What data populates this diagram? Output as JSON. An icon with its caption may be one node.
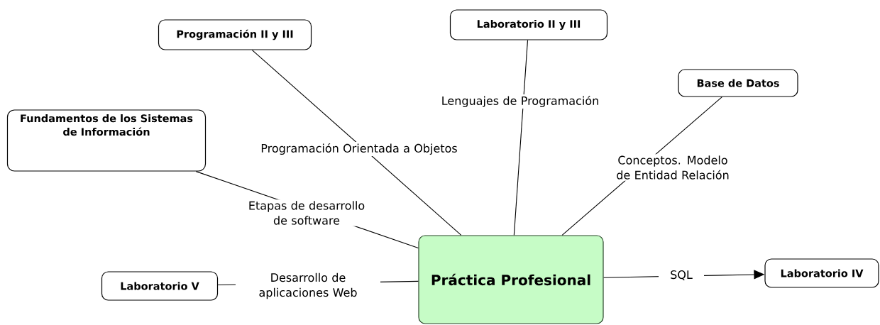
{
  "diagram": {
    "nodes": [
      {
        "text": [
          "Laboratorio II y III"
        ]
      },
      {
        "text": [
          "Programación II y III"
        ]
      },
      {
        "text": [
          "Base de Datos"
        ]
      },
      {
        "text": [
          "Fundamentos de los Sistemas de Información"
        ]
      },
      {
        "text": [
          "Laboratorio V"
        ]
      },
      {
        "text": [
          "Práctica Profesional"
        ]
      },
      {
        "text": [
          "Laboratorio IV"
        ]
      }
    ],
    "edges": [
      {
        "from": 0,
        "to": 5,
        "arrow": "none",
        "label": "Lenguajes de Programación"
      },
      {
        "from": 1,
        "to": 5,
        "arrow": "none",
        "label": "Programación Orientada a Objetos"
      },
      {
        "from": 2,
        "to": 5,
        "arrow": "none",
        "label": "Conceptos. Modelo de Entidad Relación"
      },
      {
        "from": 3,
        "to": 5,
        "arrow": "none",
        "label": "Etapas de desarrollo de software"
      },
      {
        "from": 4,
        "to": 5,
        "arrow": "none",
        "label": "Desarrollo de aplicaciones Web"
      },
      {
        "from": 5,
        "to": 6,
        "arrow": "to",
        "label": "SQL"
      }
    ]
  }
}
